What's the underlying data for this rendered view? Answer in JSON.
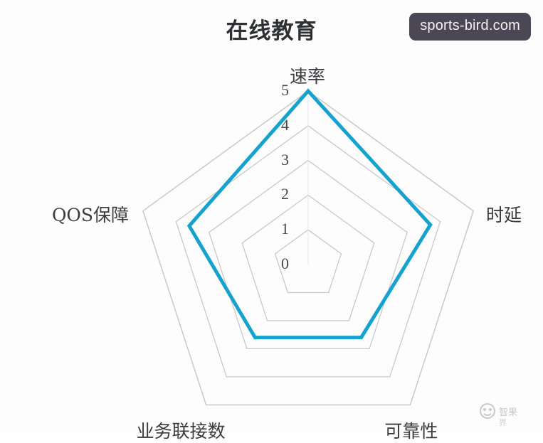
{
  "chart": {
    "title": "在线教育",
    "watermark": "sports-bird.com",
    "accent_color": "#16a2cf",
    "grid_color": "#c9c9c9",
    "background": "#fdfdfd"
  },
  "ticks": [
    {
      "value": "5"
    },
    {
      "value": "4"
    },
    {
      "value": "3"
    },
    {
      "value": "2"
    },
    {
      "value": "1"
    },
    {
      "value": "0"
    }
  ],
  "labels": {
    "speed": "速率",
    "latency": "时延",
    "reliability": "可靠性",
    "connections": "业务联接数",
    "qos": "QOS保障"
  },
  "chart_data": {
    "type": "radar",
    "title": "在线教育",
    "categories": [
      "速率",
      "时延",
      "可靠性",
      "业务联接数",
      "QOS保障"
    ],
    "tick_labels": [
      "0",
      "1",
      "2",
      "3",
      "4",
      "5"
    ],
    "rlim": [
      0,
      5
    ],
    "grid": true,
    "legend": "none",
    "series": [
      {
        "name": "在线教育",
        "color": "#16a2cf",
        "values": [
          5.0,
          3.7,
          2.6,
          2.6,
          3.6
        ]
      }
    ]
  }
}
